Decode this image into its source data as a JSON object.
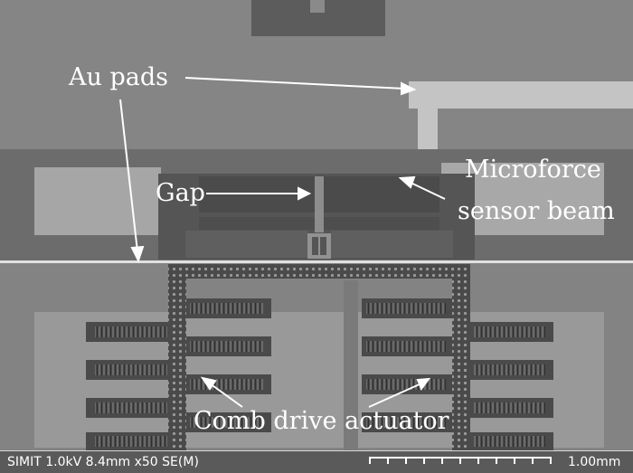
{
  "labels": {
    "au_pads": "Au pads",
    "gap": "Gap",
    "microforce_line1": "Microforce",
    "microforce_line2": "sensor beam",
    "comb_drive": "Comb drive actuator"
  },
  "info_bar": {
    "instrument": "SIMIT 1.0kV 8.4mm x50 SE(M)",
    "scale": "1.00mm"
  }
}
